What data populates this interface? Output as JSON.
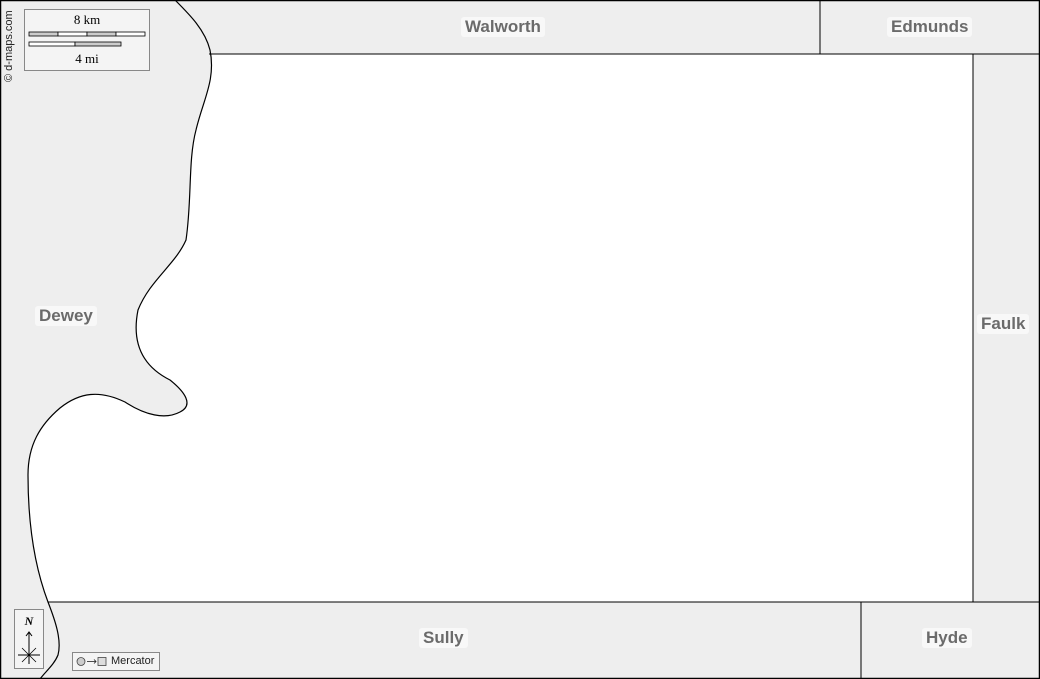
{
  "map": {
    "counties": {
      "walworth": "Walworth",
      "edmunds": "Edmunds",
      "dewey": "Dewey",
      "faulk": "Faulk",
      "sully": "Sully",
      "hyde": "Hyde"
    },
    "credit": "© d-maps.com",
    "scale": {
      "km_label": "8 km",
      "mi_label": "4 mi"
    },
    "compass": {
      "north_label": "N"
    },
    "projection": {
      "label": "Mercator"
    },
    "colors": {
      "background": "#eeeeee",
      "focus": "#ffffff",
      "border": "#000000",
      "label": "#6b6b6b"
    }
  }
}
